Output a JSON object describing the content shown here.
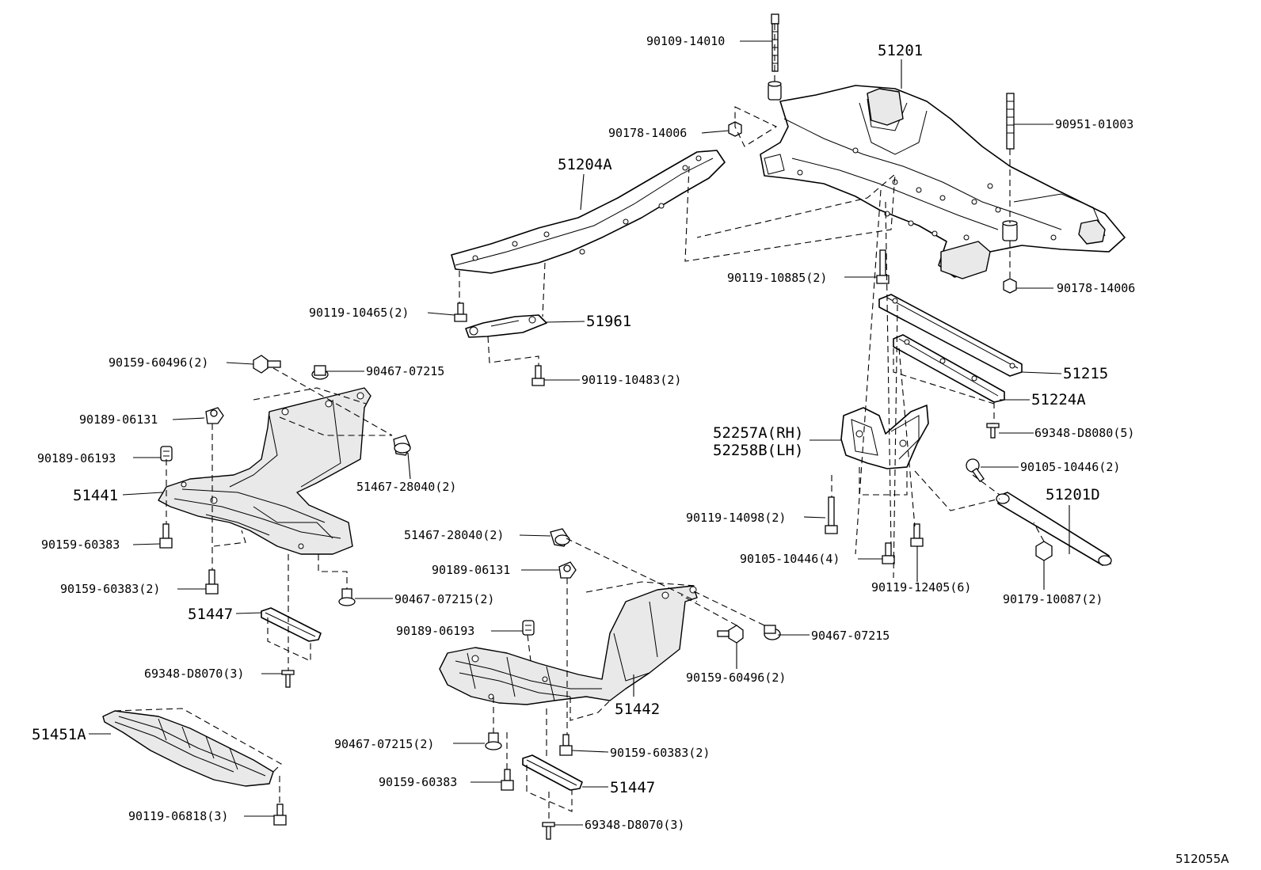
{
  "diagram_code": "512055A",
  "labels": {
    "p90109_14010": "90109-14010",
    "p51201": "51201",
    "p90951_01003": "90951-01003",
    "p90178_14006_a": "90178-14006",
    "p90178_14006_b": "90178-14006",
    "p51204A": "51204A",
    "p90119_10885": "90119-10885(2)",
    "p90119_10465": "90119-10465(2)",
    "p51961": "51961",
    "p90159_60496_a": "90159-60496(2)",
    "p90467_07215_a": "90467-07215",
    "p90119_10483": "90119-10483(2)",
    "p51215": "51215",
    "p51224A": "51224A",
    "p90189_06131_a": "90189-06131",
    "p52257A": "52257A(RH)",
    "p52258B": "52258B(LH)",
    "p69348_D8080": "69348-D8080(5)",
    "p90189_06193_a": "90189-06193",
    "p51467_28040_a": "51467-28040(2)",
    "p90105_10446_a": "90105-10446(2)",
    "p51441": "51441",
    "p51201D": "51201D",
    "p90119_14098": "90119-14098(2)",
    "p90159_60383_a": "90159-60383",
    "p51467_28040_b": "51467-28040(2)",
    "p90105_10446_b": "90105-10446(4)",
    "p90189_06131_b": "90189-06131",
    "p90119_12405": "90119-12405(6)",
    "p90179_10087": "90179-10087(2)",
    "p90159_60383_b": "90159-60383(2)",
    "p90467_07215_b": "90467-07215(2)",
    "p51447_a": "51447",
    "p90189_06193_b": "90189-06193",
    "p90467_07215_c": "90467-07215",
    "p69348_D8070_a": "69348-D8070(3)",
    "p90159_60496_b": "90159-60496(2)",
    "p51442": "51442",
    "p51451A": "51451A",
    "p90467_07215_d": "90467-07215(2)",
    "p90159_60383_c": "90159-60383(2)",
    "p90159_60383_d": "90159-60383",
    "p51447_b": "51447",
    "p90119_06818": "90119-06818(3)",
    "p69348_D8070_b": "69348-D8070(3)"
  }
}
